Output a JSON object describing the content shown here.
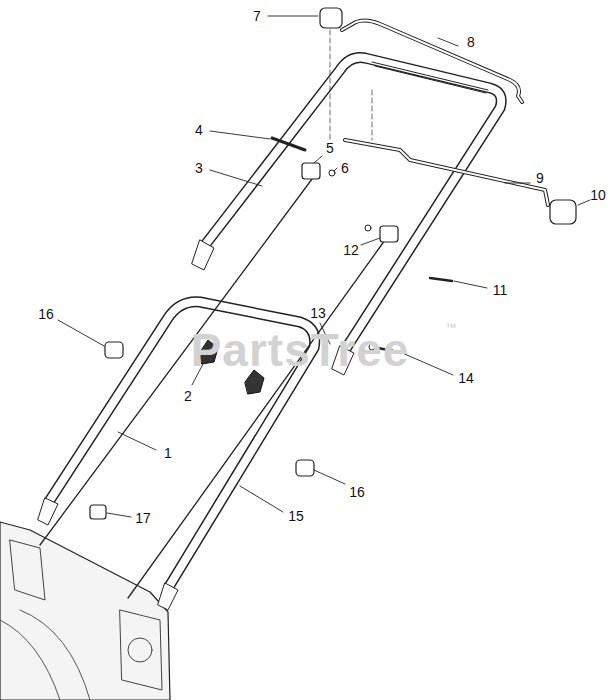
{
  "diagram": {
    "labels": [
      "7",
      "8",
      "4",
      "3",
      "5",
      "6",
      "9",
      "10",
      "12",
      "11",
      "13",
      "16",
      "PartsTree",
      "™",
      "2",
      "14",
      "1",
      "16",
      "17",
      "15"
    ]
  }
}
